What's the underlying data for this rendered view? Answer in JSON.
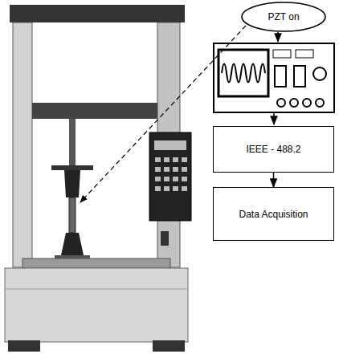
{
  "diagram": {
    "nodes": [
      {
        "text": [
          "PZT on"
        ]
      },
      {
        "text": [
          "IEEE - 488.2"
        ]
      },
      {
        "text": [
          "Data Acquisition"
        ]
      }
    ],
    "edges": [
      {
        "from": 1,
        "to": 2,
        "arrow": "to"
      }
    ]
  }
}
